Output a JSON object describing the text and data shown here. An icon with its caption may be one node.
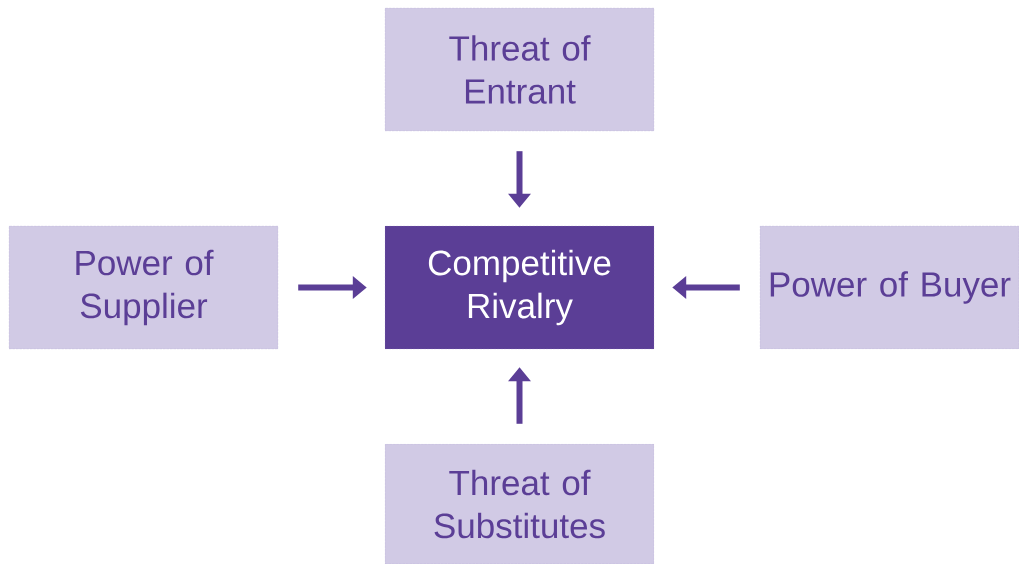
{
  "diagram": {
    "nodes": [
      {
        "text": [
          "Threat of Entrant"
        ]
      },
      {
        "text": [
          "Power of Supplier"
        ]
      },
      {
        "text": [
          "Competitive Rivalry"
        ]
      },
      {
        "text": [
          "Power of Buyer"
        ]
      },
      {
        "text": [
          "Threat of Substitutes"
        ]
      }
    ],
    "edges": [
      {
        "from": 0,
        "to": 2,
        "arrow": "to"
      },
      {
        "from": 1,
        "to": 2,
        "arrow": "to"
      },
      {
        "from": 3,
        "to": 2,
        "arrow": "to"
      },
      {
        "from": 4,
        "to": 2,
        "arrow": "to"
      }
    ]
  }
}
